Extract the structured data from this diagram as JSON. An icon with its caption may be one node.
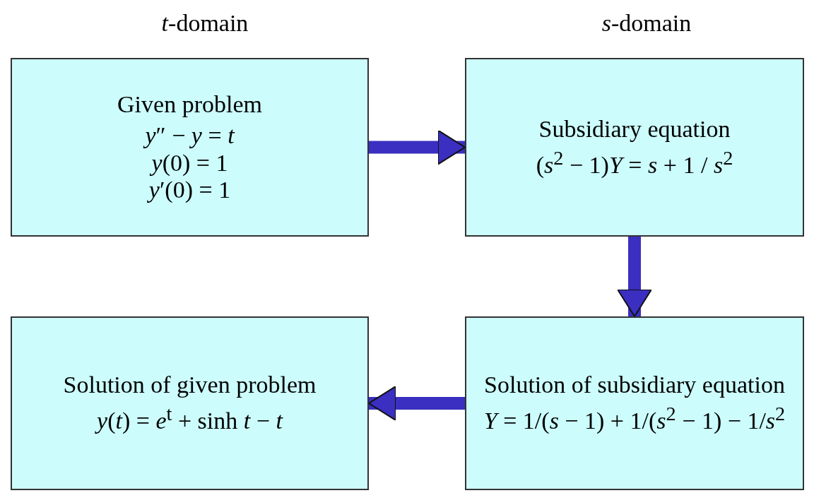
{
  "diagram": {
    "nodes": [
      {
        "text": [
          "Given problem",
          "*y*″ − *y* = *t*",
          "*y*(0) = 1",
          "*y*′(0) = 1"
        ]
      },
      {
        "text": [
          "Subsidiary equation",
          "(*s*$^{2}$ − 1)*Y* = *s* + 1 / *s*$^{2}$"
        ]
      },
      {
        "text": [
          "Solution of subsidiary equation",
          "*Y* = 1/(*s* − 1) + 1/(*s*$^{2}$ − 1) − 1/*s*$^{2}$"
        ]
      },
      {
        "text": [
          "Solution of given problem",
          "*y*(*t*) = *e*$^{t}$ + sinh *t* − *t*"
        ]
      }
    ],
    "edges": [
      {
        "from": 0,
        "to": 1,
        "arrow": "to"
      },
      {
        "from": 1,
        "to": 2,
        "arrow": "to"
      },
      {
        "from": 2,
        "to": 3,
        "arrow": "to"
      }
    ],
    "labels": [
      "*t*-domain",
      "*s*-domain"
    ]
  }
}
